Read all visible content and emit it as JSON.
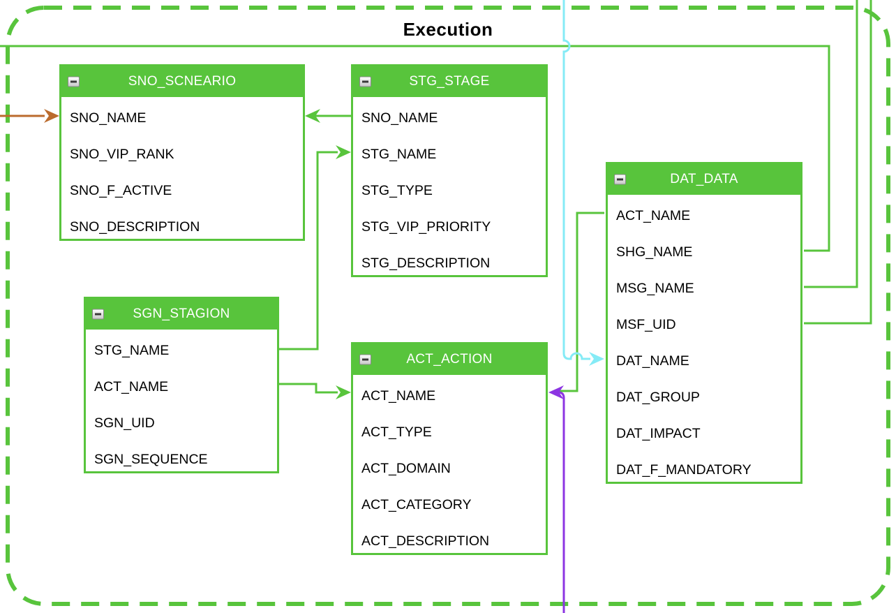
{
  "title": "Execution",
  "colors": {
    "green": "#58c43c",
    "cyan": "#85ebf6",
    "purple": "#8c35e2",
    "orange": "#bb6b2d",
    "header_text": "#ffffff",
    "body_text": "#000000"
  },
  "tables": [
    {
      "name": "SNO_SCNEARIO",
      "columns": [
        "SNO_NAME",
        "SNO_VIP_RANK",
        "SNO_F_ACTIVE",
        "SNO_DESCRIPTION"
      ]
    },
    {
      "name": "STG_STAGE",
      "columns": [
        "SNO_NAME",
        "STG_NAME",
        "STG_TYPE",
        "STG_VIP_PRIORITY",
        "STG_DESCRIPTION"
      ]
    },
    {
      "name": "DAT_DATA",
      "columns": [
        "ACT_NAME",
        "SHG_NAME",
        "MSG_NAME",
        "MSF_UID",
        "DAT_NAME",
        "DAT_GROUP",
        "DAT_IMPACT",
        "DAT_F_MANDATORY"
      ]
    },
    {
      "name": "SGN_STAGION",
      "columns": [
        "STG_NAME",
        "ACT_NAME",
        "SGN_UID",
        "SGN_SEQUENCE"
      ]
    },
    {
      "name": "ACT_ACTION",
      "columns": [
        "ACT_NAME",
        "ACT_TYPE",
        "ACT_DOMAIN",
        "ACT_CATEGORY",
        "ACT_DESCRIPTION"
      ]
    }
  ],
  "connectors": [
    {
      "name": "edge-to-sno-name",
      "color_key": "orange"
    },
    {
      "name": "stg-sno-name-to-sno-scneario",
      "color_key": "green"
    },
    {
      "name": "sgn-stg-name-to-stg-stage",
      "color_key": "green"
    },
    {
      "name": "sgn-act-name-to-act-action",
      "color_key": "green"
    },
    {
      "name": "dat-act-name-to-act-action",
      "color_key": "green"
    },
    {
      "name": "dat-shg-name-to-top-rail",
      "color_key": "green"
    },
    {
      "name": "dat-msg-name-to-top-edge",
      "color_key": "green"
    },
    {
      "name": "dat-msf-uid-to-top-edge",
      "color_key": "green"
    },
    {
      "name": "top-edge-to-dat-name",
      "color_key": "cyan"
    },
    {
      "name": "bottom-edge-to-act-name",
      "color_key": "purple"
    }
  ]
}
